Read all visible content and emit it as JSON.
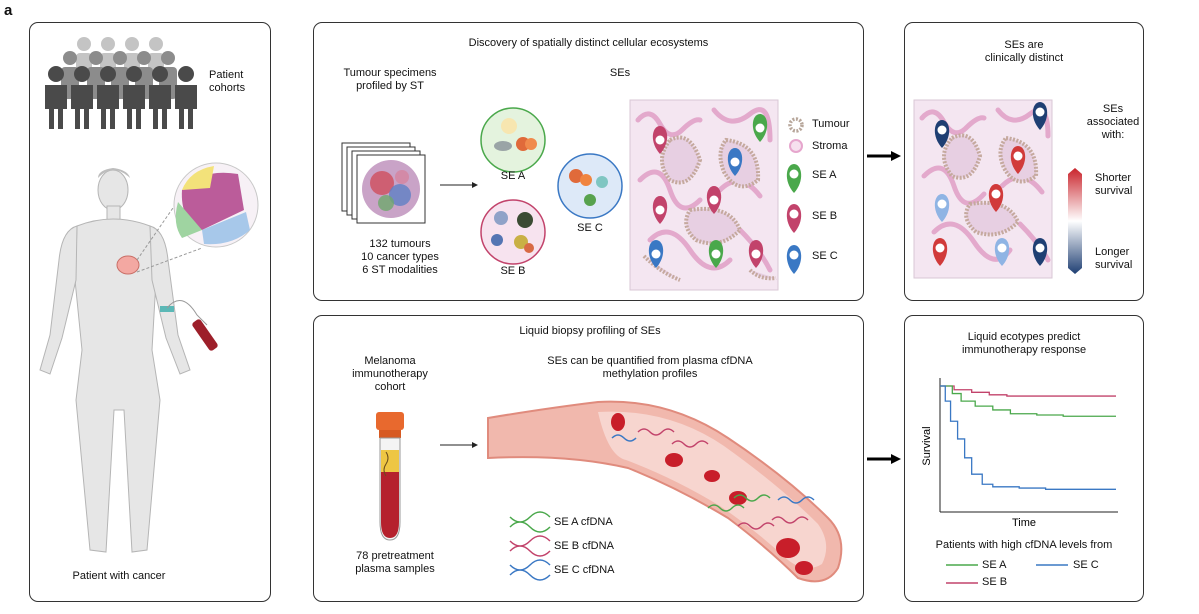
{
  "figure_label": "a",
  "patient_panel": {
    "cohorts_label": "Patient\ncohorts",
    "patient_label": "Patient with cancer"
  },
  "discovery_panel": {
    "title": "Discovery of spatially distinct cellular ecosystems",
    "specimens_label": "Tumour specimens\nprofiled by ST",
    "ses_label": "SEs",
    "stats": "132 tumours\n10 cancer types\n6 ST modalities",
    "se_a": "SE A",
    "se_b": "SE B",
    "se_c": "SE C",
    "legend": {
      "tumour": "Tumour",
      "stroma": "Stroma",
      "se_a": "SE A",
      "se_b": "SE B",
      "se_c": "SE C"
    }
  },
  "clinical_panel": {
    "title": "SEs are\nclinically distinct",
    "assoc_label": "SEs\nassociated\nwith:",
    "shorter": "Shorter\nsurvival",
    "longer": "Longer\nsurvival"
  },
  "biopsy_panel": {
    "title": "Liquid biopsy profiling of SEs",
    "cohort_label": "Melanoma\nimmunotherapy\ncohort",
    "quantified_label": "SEs can be quantified from plasma cfDNA\nmethylation profiles",
    "samples_label": "78 pretreatment\nplasma samples",
    "dna_a": "SE A cfDNA",
    "dna_b": "SE B cfDNA",
    "dna_c": "SE C cfDNA"
  },
  "survival_panel": {
    "title": "Liquid ecotypes predict\nimmunotherapy response",
    "subtitle": "Patients with high cfDNA levels from",
    "legend": {
      "se_a": "SE A",
      "se_c": "SE C",
      "se_b": "SE B"
    }
  },
  "colors": {
    "se_a": "#4aa84b",
    "se_b": "#c2436b",
    "se_c": "#3a78c4",
    "dark_blue": "#1f3f73",
    "red": "#d13a3a",
    "light_blue": "#8fb4e4",
    "stroma": "#e9b7d3",
    "tumour": "#b7a69a"
  },
  "chart_data": {
    "type": "line",
    "xlabel": "Time",
    "ylabel": "Survival",
    "ylim": [
      0,
      1
    ],
    "series": [
      {
        "name": "SE B",
        "x": [
          0,
          0.08,
          0.18,
          0.28,
          0.38,
          1.0
        ],
        "values": [
          1.0,
          0.97,
          0.95,
          0.93,
          0.92,
          0.92
        ]
      },
      {
        "name": "SE A",
        "x": [
          0,
          0.07,
          0.12,
          0.2,
          0.3,
          0.4,
          0.55,
          0.7,
          1.0
        ],
        "values": [
          1.0,
          0.94,
          0.88,
          0.84,
          0.81,
          0.78,
          0.77,
          0.76,
          0.76
        ]
      },
      {
        "name": "SE C",
        "x": [
          0,
          0.03,
          0.06,
          0.1,
          0.14,
          0.18,
          0.24,
          0.3,
          0.45,
          0.6,
          1.0
        ],
        "values": [
          1.0,
          0.88,
          0.72,
          0.58,
          0.43,
          0.3,
          0.22,
          0.2,
          0.19,
          0.18,
          0.18
        ]
      }
    ]
  }
}
